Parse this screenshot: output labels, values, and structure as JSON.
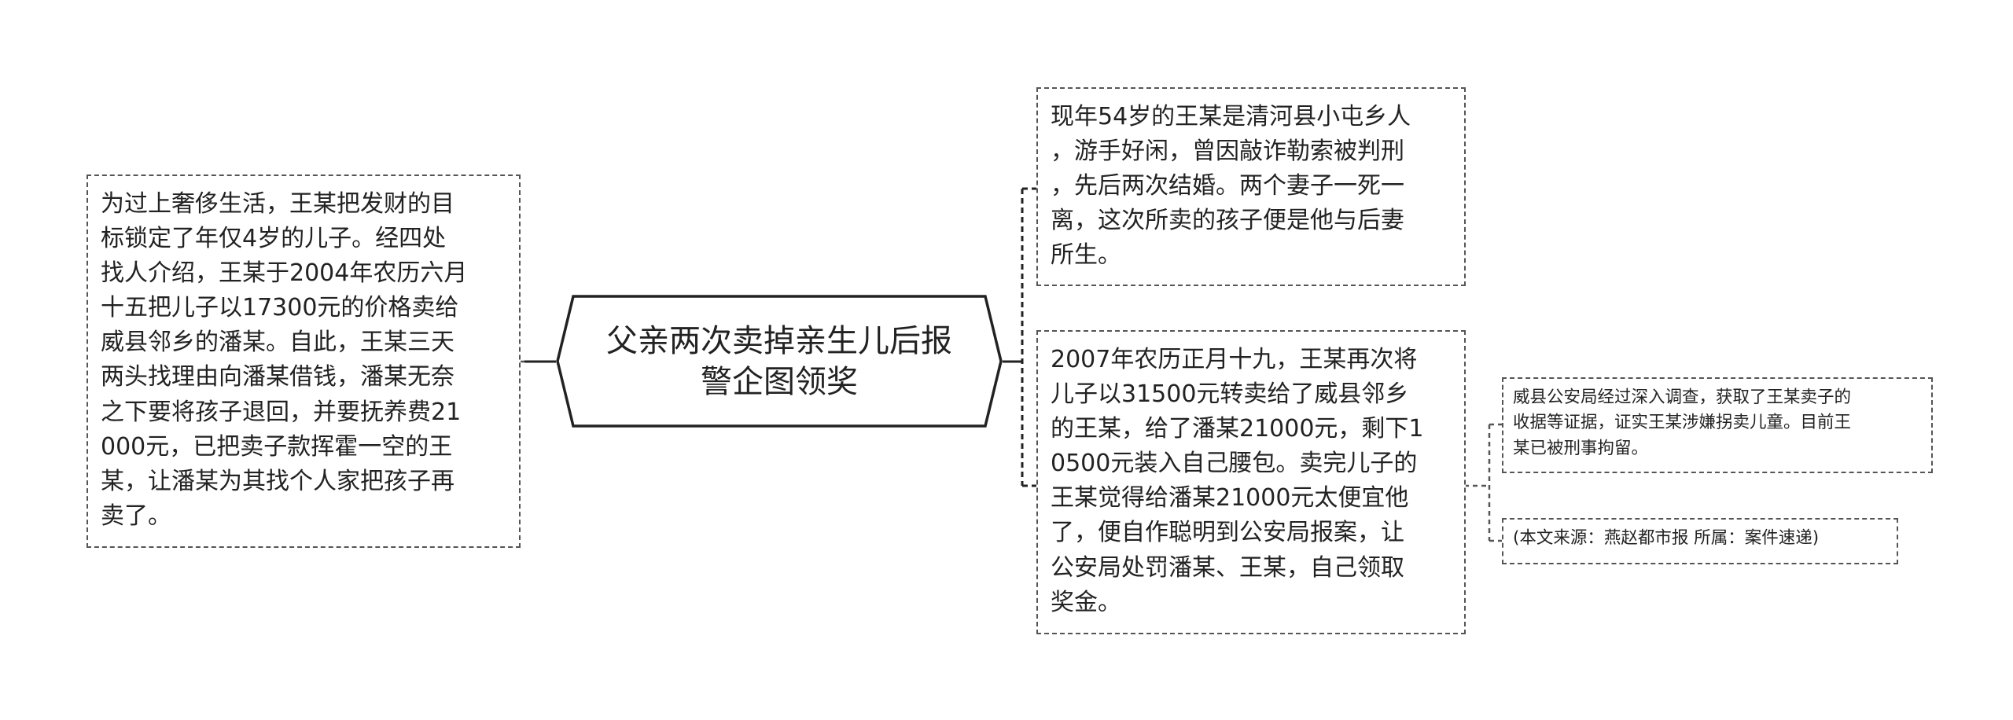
{
  "root": {
    "label": "父亲两次卖掉亲生儿后报\n警企图领奖"
  },
  "left_node": {
    "text": "为过上奢侈生活，王某把发财的目\n标锁定了年仅4岁的儿子。经四处\n找人介绍，王某于2004年农历六月\n十五把儿子以17300元的价格卖给\n威县邻乡的潘某。自此，王某三天\n两头找理由向潘某借钱，潘某无奈\n之下要将孩子退回，并要抚养费21\n000元，已把卖子款挥霍一空的王\n某，让潘某为其找个人家把孩子再\n卖了。"
  },
  "right_top_node": {
    "text": "现年54岁的王某是清河县小屯乡人\n，游手好闲，曾因敲诈勒索被判刑\n，先后两次结婚。两个妻子一死一\n离，这次所卖的孩子便是他与后妻\n所生。"
  },
  "right_mid_node": {
    "text": "2007年农历正月十九，王某再次将\n儿子以31500元转卖给了威县邻乡\n的王某，给了潘某21000元，剩下1\n0500元装入自己腰包。卖完儿子的\n王某觉得给潘某21000元太便宜他\n了，便自作聪明到公安局报案，让\n公安局处罚潘某、王某，自己领取\n奖金。"
  },
  "sub_node_1": {
    "text": "威县公安局经过深入调查，获取了王某卖子的\n收据等证据，证实王某涉嫌拐卖儿童。目前王\n某已被刑事拘留。"
  },
  "sub_node_2": {
    "text": "(本文来源：燕赵都市报 所属：案件速递)"
  },
  "colors": {
    "border": "#555555",
    "root_border": "#222222",
    "text": "#222222",
    "background": "#ffffff"
  }
}
